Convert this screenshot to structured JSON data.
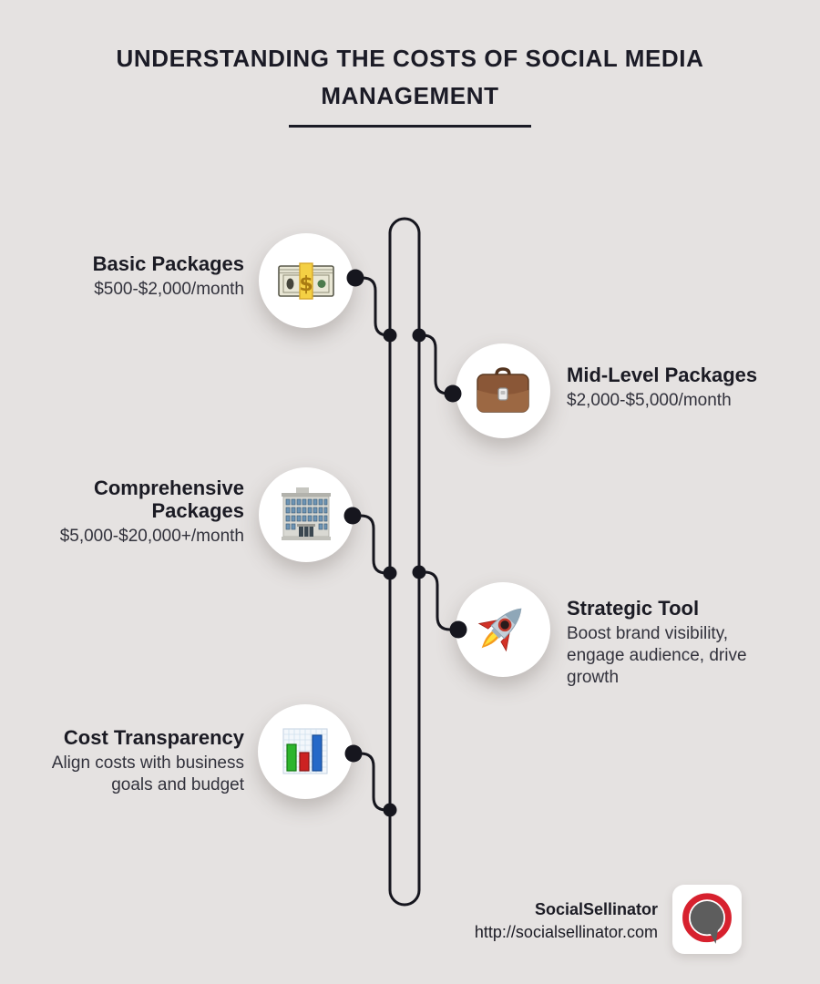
{
  "title": {
    "text": "UNDERSTANDING THE COSTS OF SOCIAL MEDIA MANAGEMENT"
  },
  "items": [
    {
      "title": "Basic Packages",
      "description": "$500-$2,000/month",
      "icon": "money-stack-icon",
      "side": "left"
    },
    {
      "title": "Mid-Level Packages",
      "description": "$2,000-$5,000/month",
      "icon": "briefcase-icon",
      "side": "right"
    },
    {
      "title": "Comprehensive Packages",
      "description": "$5,000-$20,000+/month",
      "icon": "office-building-icon",
      "side": "left"
    },
    {
      "title": "Strategic Tool",
      "description": "Boost brand visibility, engage audience, drive growth",
      "icon": "rocket-icon",
      "side": "right"
    },
    {
      "title": "Cost Transparency",
      "description": "Align costs with business goals and budget",
      "icon": "bar-chart-icon",
      "side": "left"
    }
  ],
  "footer": {
    "brand": "SocialSellinator",
    "url": "http://socialsellinator.com"
  },
  "colors": {
    "background": "#e5e2e1",
    "ink": "#1b1b24",
    "spine": "#16161e",
    "logo_ring_red": "#d7212e",
    "logo_bubble_gray": "#5d5d5d"
  }
}
